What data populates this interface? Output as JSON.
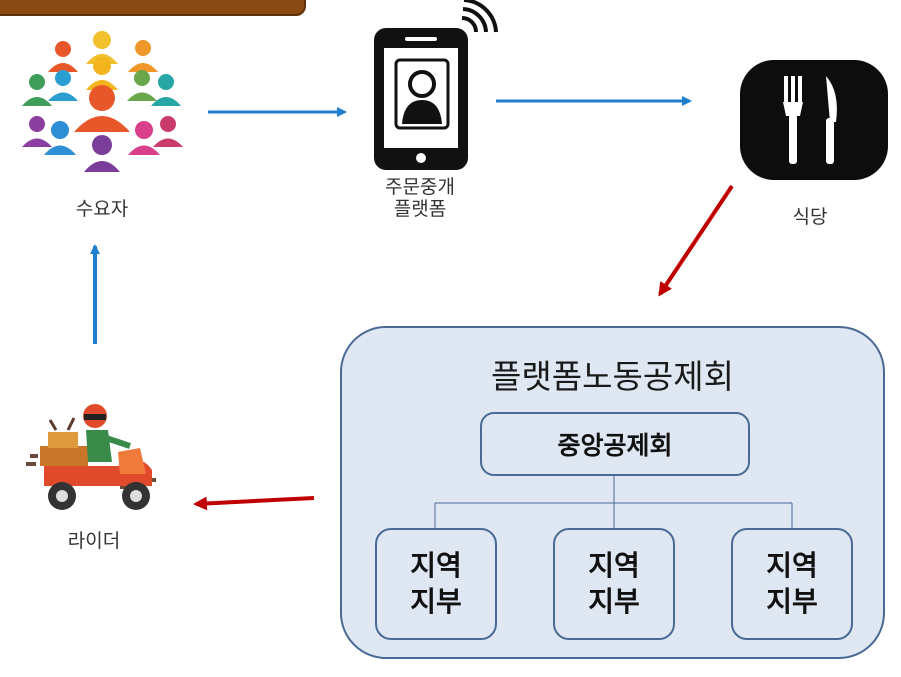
{
  "nodes": {
    "consumer": "수요자",
    "platform_line1": "주문중개",
    "platform_line2": "플랫폼",
    "restaurant": "식당",
    "rider": "라이더"
  },
  "org": {
    "title": "플랫폼노동공제회",
    "central": "중앙공제회",
    "branches": [
      {
        "line1": "지역",
        "line2": "지부"
      },
      {
        "line1": "지역",
        "line2": "지부"
      },
      {
        "line1": "지역",
        "line2": "지부"
      }
    ]
  },
  "colors": {
    "blue_arrow": "#1f7fcf",
    "red_arrow": "#c00000",
    "box_fill": "#dfe7f2",
    "box_border": "#4a6a95",
    "top_bar": "#8a4a14"
  }
}
